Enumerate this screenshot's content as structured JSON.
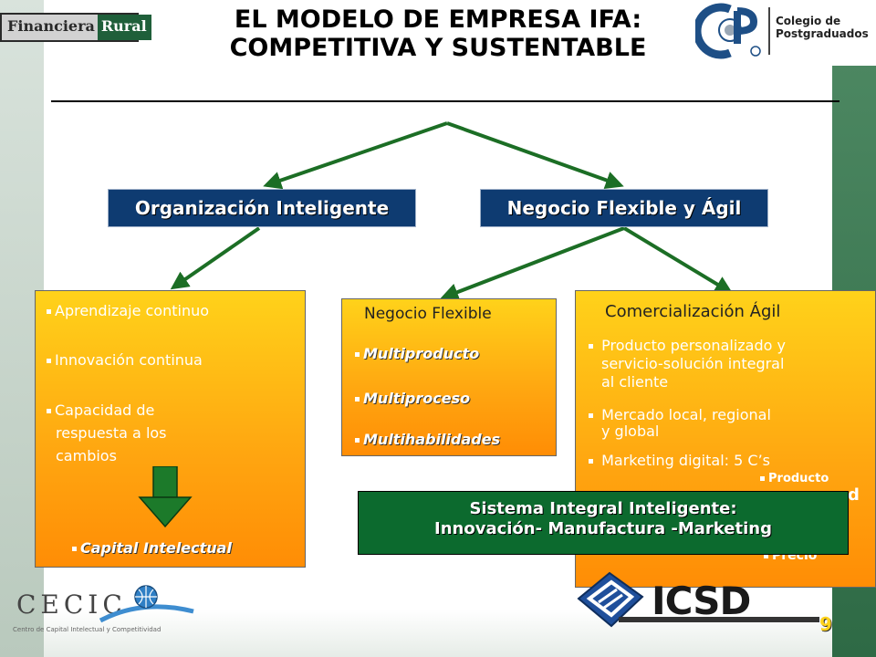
{
  "header": {
    "logo_left": {
      "part1": "Financiera",
      "part2": "Rural"
    },
    "title_line1": "EL MODELO DE EMPRESA IFA:",
    "title_line2": "COMPETITIVA Y SUSTENTABLE",
    "logo_right": {
      "mark": "CP",
      "line1": "Colegio de",
      "line2": "Postgraduados"
    }
  },
  "labels": {
    "org": "Organización Inteligente",
    "neg": "Negocio Flexible y Ágil"
  },
  "left_box": {
    "items": [
      "Aprendizaje continuo",
      "Innovación continua"
    ],
    "item3_line1": "Capacidad de",
    "item3_line2": "respuesta   a los",
    "item3_line3": "cambios",
    "result": "Capital Intelectual"
  },
  "mid_box": {
    "title": "Negocio Flexible",
    "items": [
      "Multiproducto",
      "Multiproceso",
      "Multihabilidades"
    ]
  },
  "right_box": {
    "title": "Comercialización Ágil",
    "b1_l1": "Producto personalizado y",
    "b1_l2": "servicio-solución integral",
    "b1_l3": "al cliente",
    "b2_l1": "Mercado local, regional",
    "b2_l2": "y global",
    "b3": "Marketing digital: 5 C’s",
    "sub1": "Producto",
    "sub_partial": "d",
    "sub_last": "Precio"
  },
  "sistema": {
    "line1": "Sistema Integral Inteligente:",
    "line2": "Innovación- Manufactura -Marketing"
  },
  "footer": {
    "cecic": "CECIC",
    "cecic_sub": "Centro de Capital Intelectual y Competitividad",
    "icsd": "ICSD",
    "page": "9"
  },
  "colors": {
    "label_bg": "#0e3b71",
    "box_orange": "#ffa510",
    "arrow_green": "#1c6e25",
    "sistema_bg": "#0c6a2e",
    "accent_yellow": "#ffd21a"
  }
}
